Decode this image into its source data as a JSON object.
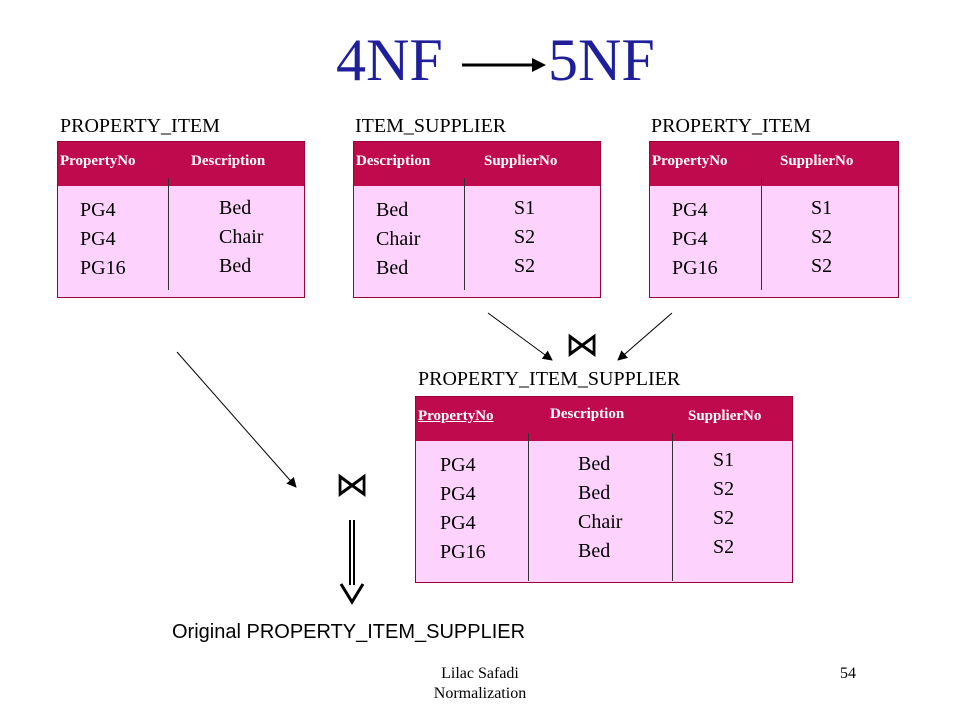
{
  "title": {
    "left": "4NF",
    "right": "5NF"
  },
  "join_symbol": "⋈",
  "tables": {
    "property_item_a": {
      "name": "PROPERTY_ITEM",
      "headers": [
        "PropertyNo",
        "Description"
      ],
      "col1": [
        "PG4",
        "PG4",
        "PG16"
      ],
      "col2": [
        "Bed",
        "Chair",
        "Bed"
      ]
    },
    "item_supplier": {
      "name": "ITEM_SUPPLIER",
      "headers": [
        "Description",
        "SupplierNo"
      ],
      "col1": [
        "Bed",
        "Chair",
        "Bed"
      ],
      "col2": [
        "S1",
        "S2",
        "S2"
      ]
    },
    "property_item_b": {
      "name": "PROPERTY_ITEM",
      "headers": [
        "PropertyNo",
        "SupplierNo"
      ],
      "col1": [
        "PG4",
        "PG4",
        "PG16"
      ],
      "col2": [
        "S1",
        "S2",
        "S2"
      ]
    },
    "property_item_supplier": {
      "name": "PROPERTY_ITEM_SUPPLIER",
      "headers": [
        "PropertyNo",
        "Description",
        "SupplierNo"
      ],
      "col1": [
        "PG4",
        "PG4",
        "PG4",
        "PG16"
      ],
      "col2": [
        "Bed",
        "Bed",
        "Chair",
        "Bed"
      ],
      "col3": [
        "S1",
        "S2",
        "S2",
        "S2"
      ]
    }
  },
  "original_label": "Original PROPERTY_ITEM_SUPPLIER",
  "footer": {
    "author": "Lilac Safadi",
    "subject": "Normalization",
    "page": "54"
  },
  "colors": {
    "title": "#1f1f9c",
    "header_bg": "#c00a4e",
    "table_bg": "#fdd3fd"
  }
}
